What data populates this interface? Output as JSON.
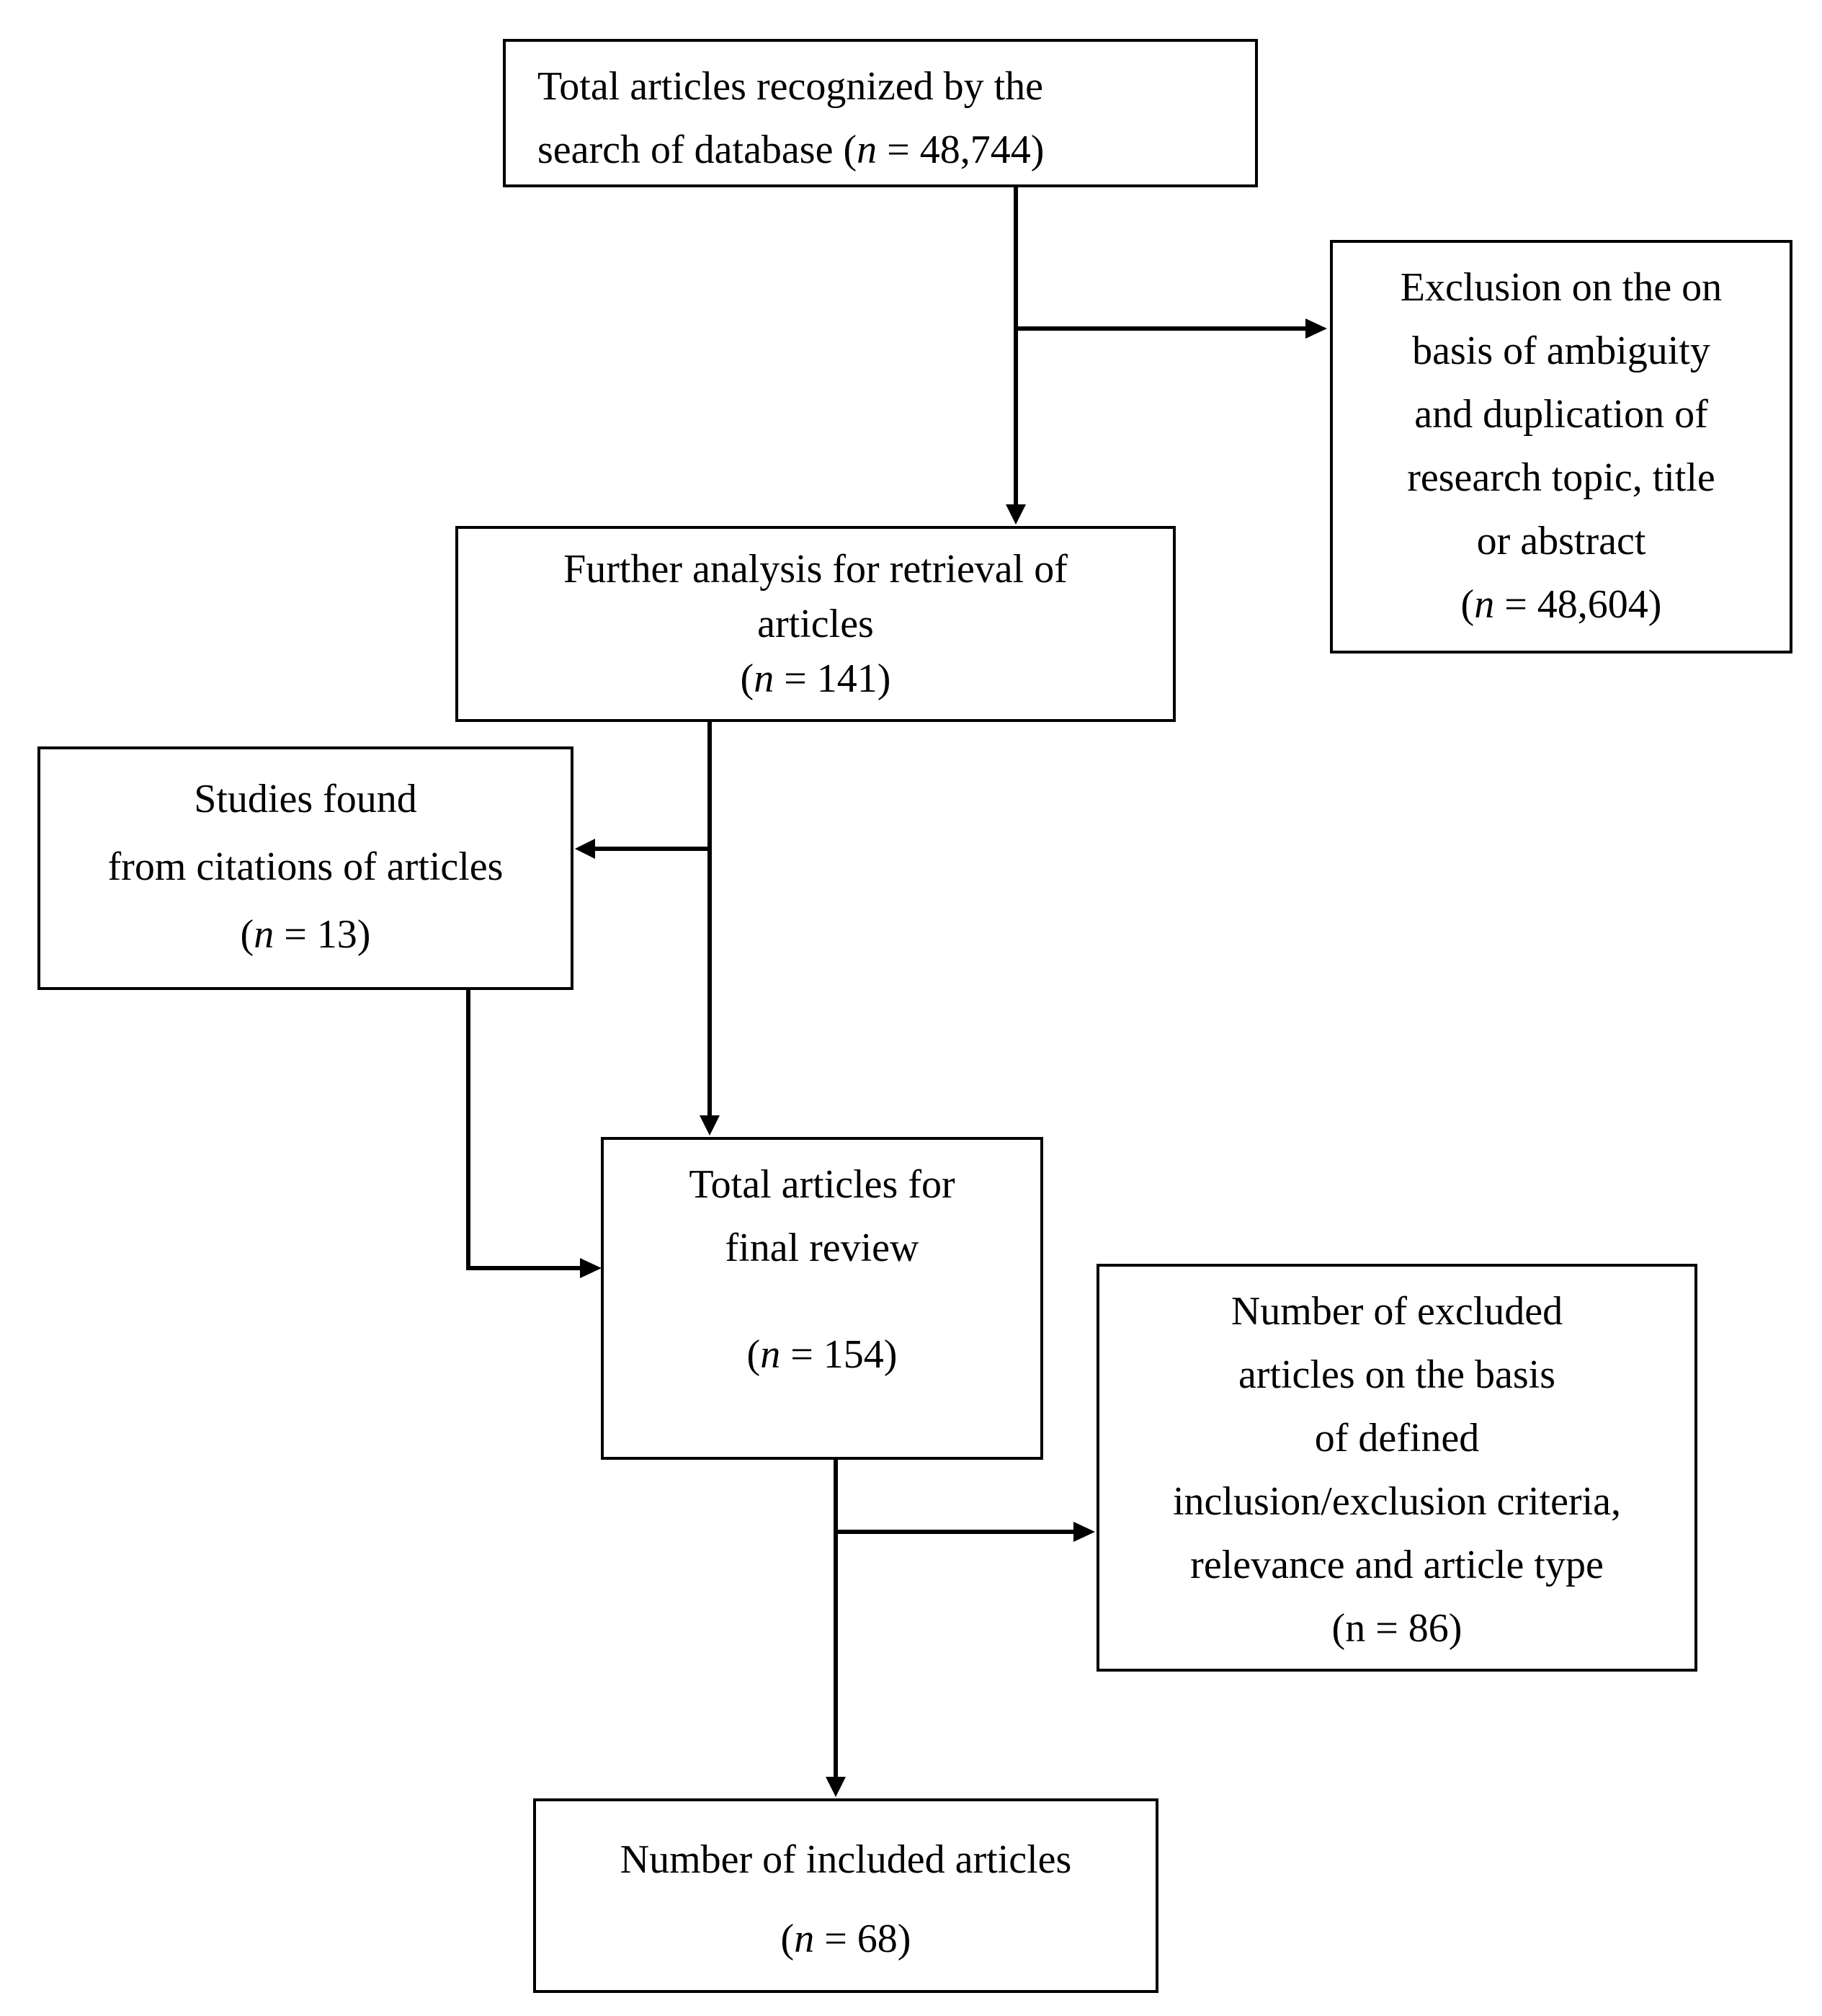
{
  "boxes": {
    "total_articles": {
      "lines": [
        "Total articles recognized by the",
        "search of database"
      ],
      "n_symbol": "n",
      "n_value": "48,744"
    },
    "exclusion_ambiguity": {
      "lines": [
        "Exclusion on the on",
        "basis of ambiguity",
        "and duplication of",
        "research topic, title",
        "or abstract"
      ],
      "n_symbol": "n",
      "n_value": "48,604"
    },
    "further_analysis": {
      "lines": [
        "Further analysis for retrieval of",
        "articles"
      ],
      "n_symbol": "n",
      "n_value": "141"
    },
    "studies_citations": {
      "lines": [
        "Studies found",
        "from citations of articles"
      ],
      "n_symbol": "n",
      "n_value": "13"
    },
    "final_review": {
      "lines": [
        "Total articles for",
        "final review"
      ],
      "n_symbol": "n",
      "n_value": "154"
    },
    "excluded_criteria": {
      "lines": [
        "Number of excluded",
        "articles on the basis",
        "of defined",
        "inclusion/exclusion criteria,",
        "relevance and article type"
      ],
      "n_symbol": "n",
      "n_value": "86"
    },
    "included_articles": {
      "lines": [
        "Number of included articles"
      ],
      "n_symbol": "n",
      "n_value": "68"
    }
  }
}
